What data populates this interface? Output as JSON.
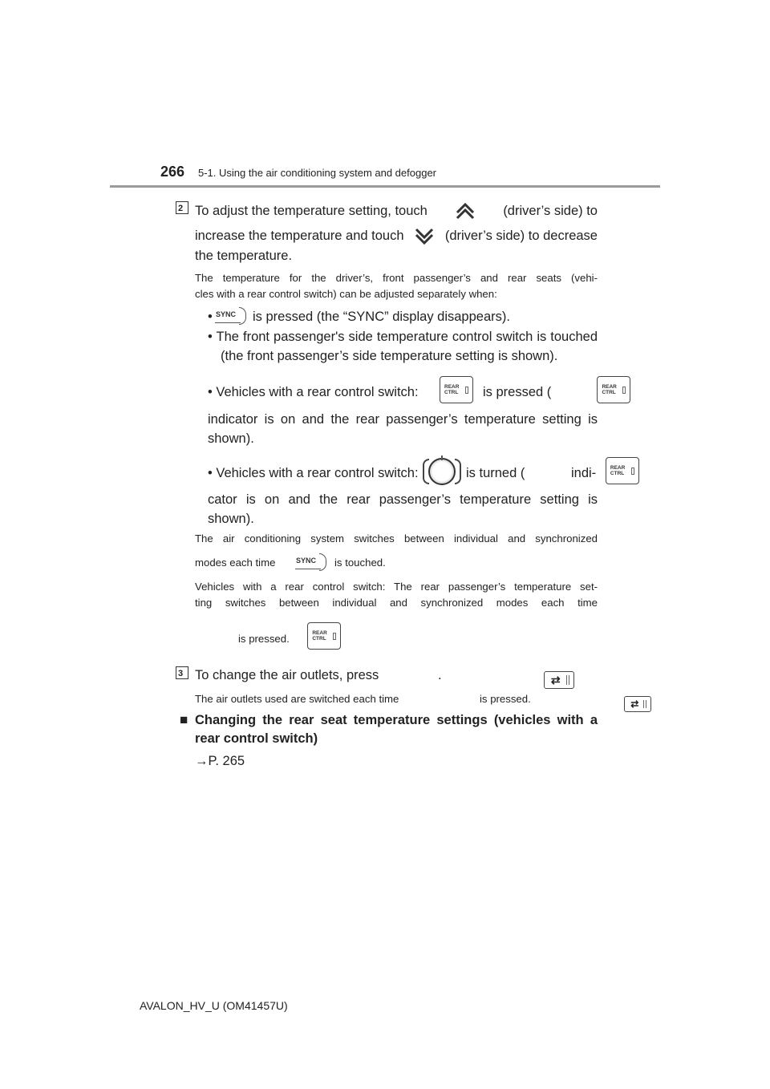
{
  "header": {
    "page_number": "266",
    "chapter": "5-1. Using the air conditioning system and defogger"
  },
  "step2": {
    "badge": "2",
    "line1a": "To adjust the temperature setting, touch",
    "line1b": "(driver’s side) to",
    "line2a": "increase the temperature and touch",
    "line2b": "(driver’s side) to decrease",
    "line3": "the temperature.",
    "note1": "The temperature for the driver’s, front passenger’s and rear seats (vehi-",
    "note2": "cles with a rear control switch) can be adjusted separately when:",
    "b1": "is pressed (the “SYNC” display disappears).",
    "b2a": "• The front passenger's side temperature control switch is touched",
    "b2b": "(the front passenger’s side temperature setting is shown).",
    "b3a": "• Vehicles with a rear control switch:",
    "b3b": "is pressed (",
    "b3c": "indicator is on and the rear passenger’s temperature setting is",
    "b3d": "shown).",
    "b4a": "• Vehicles with a rear control switch:",
    "b4b": "is turned (",
    "b4c": "indi-",
    "b4d": "cator is on and the rear passenger’s temperature setting is",
    "b4e": "shown).",
    "p1": "The air conditioning system switches between individual and synchronized",
    "p2a": "modes each time",
    "p2b": "is touched.",
    "p3": "Vehicles with a rear control switch: The rear passenger’s temperature set-",
    "p4": "ting switches between individual and synchronized modes each time",
    "p5": "is pressed.",
    "bullet_dot": "•"
  },
  "step3": {
    "badge": "3",
    "line1": "To change the air outlets, press",
    "line1_end": ".",
    "note_a": "The air outlets used are switched each time",
    "note_b": "is pressed."
  },
  "section": {
    "marker": "■",
    "heading1": "Changing the rear seat temperature settings (vehicles with a",
    "heading2": "rear control switch)",
    "ref_arrow": "→",
    "ref": "P. 265"
  },
  "icons": {
    "sync_label": "SYNC",
    "rear_ctrl_line1": "REAR",
    "rear_ctrl_line2": "CTRL",
    "air_outlet_symbol": "⇄"
  },
  "footer": {
    "model": "AVALON_HV_U (OM41457U)"
  }
}
